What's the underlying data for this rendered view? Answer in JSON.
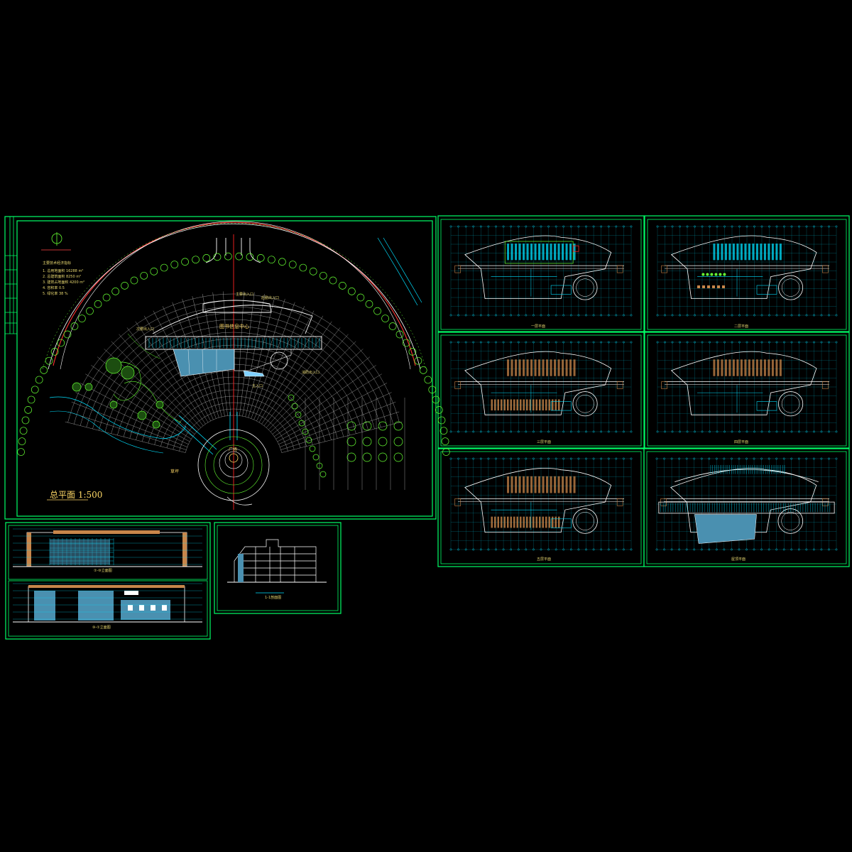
{
  "site_plan": {
    "title": "总平面  1:500",
    "center_name": "图书信息中心",
    "plaza_label": "广场",
    "lawn_label": "草坪",
    "legend_heading": "主要技术经济指标",
    "legend_items": [
      "1. 总用地面积  16288 m²",
      "2. 总建筑面积   8250 m²",
      "3. 建筑占地面积  4200 m²",
      "4. 容积率  0.5",
      "5. 绿化率  38 %"
    ],
    "entries": [
      "次要出入口",
      "主要出入口",
      "后勤出入口",
      "消防出入口",
      "主入口"
    ],
    "scale_ratio": "1:500"
  },
  "floor_plans": [
    {
      "id": "plan-1",
      "caption": "一层平面"
    },
    {
      "id": "plan-2",
      "caption": "二层平面"
    },
    {
      "id": "plan-3",
      "caption": "三层平面"
    },
    {
      "id": "plan-4",
      "caption": "四层平面"
    },
    {
      "id": "plan-5",
      "caption": "五层平面"
    },
    {
      "id": "roof-plan",
      "caption": "屋顶平面"
    }
  ],
  "elevations": {
    "south": "①-⑩立面图",
    "north": "⑩-①立面图",
    "section": "1-1剖面图"
  },
  "colors": {
    "frame": "#00ff66",
    "grid": "#00e0ff",
    "glass": "#4a90b0",
    "wall": "#ffffff",
    "axis": "#ff2222",
    "tree": "#66ff33",
    "wood": "#c8864a",
    "text": "#ffd966"
  }
}
